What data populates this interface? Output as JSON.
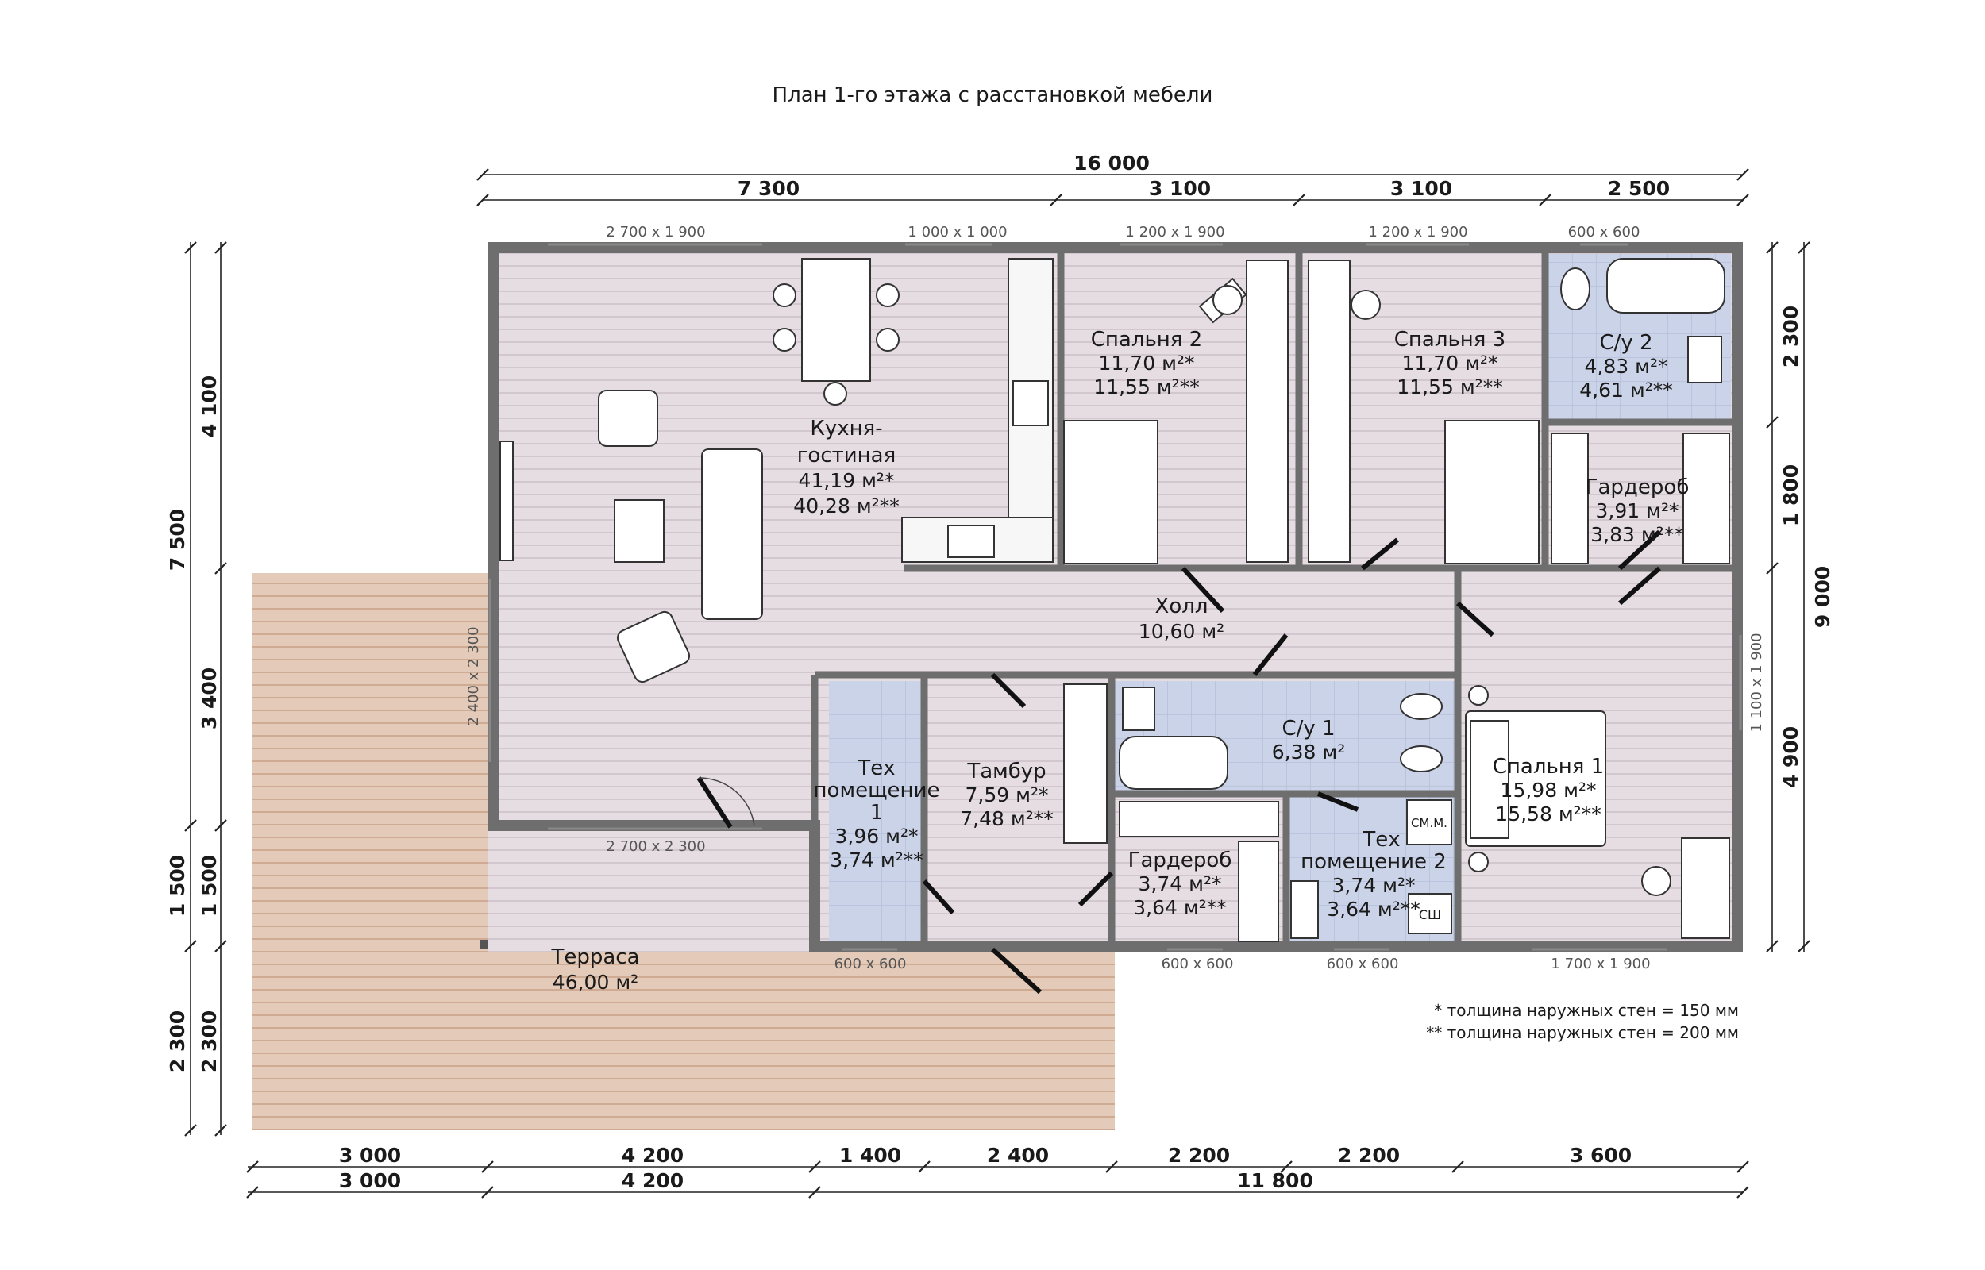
{
  "title": "План 1-го этажа с расстановкой мебели",
  "colors": {
    "floor": "#e6dde3",
    "floor_stripe": "#d3c8d0",
    "tile": "#cbd3e8",
    "tile_grid": "#b8c2dc",
    "terrace": "#e2c8b6",
    "terrace_stripe": "#cfae98",
    "wall": "#6e6e6e"
  },
  "dimensions": {
    "top_total": "16 000",
    "top_segments": [
      "7 300",
      "3 100",
      "3 100",
      "2 500"
    ],
    "bottom_row1": [
      "3 000",
      "4 200",
      "1 400",
      "2 400",
      "2 200",
      "2 200",
      "3 600"
    ],
    "bottom_row2": [
      "3 000",
      "4 200",
      "11 800"
    ],
    "left_outer": [
      "7 500",
      "1 500",
      "2 300"
    ],
    "left_inner": [
      "4 100",
      "3 400",
      "1 500",
      "2 300"
    ],
    "right_inner": [
      "2 300",
      "1 800",
      "4 900"
    ],
    "right_outer": "9 000"
  },
  "windows": {
    "top_1": "2 700 х 1 900",
    "top_2": "1 000 х 1 000",
    "top_3": "1 200 х 1 900",
    "top_4": "1 200 х 1 900",
    "top_5": "600 х 600",
    "left": "2 400 х 2 300",
    "living_bottom": "2 700 х 2 300",
    "right": "1 100 х 1 900",
    "bottom_1": "600 х 600",
    "bottom_2": "600 х 600",
    "bottom_3": "600 х 600",
    "bottom_4": "1 700 х 1 900"
  },
  "rooms": {
    "kitchen": {
      "name_1": "Кухня-",
      "name_2": "гостиная",
      "area_1": "41,19 м²*",
      "area_2": "40,28 м²**"
    },
    "bedroom2": {
      "name": "Спальня 2",
      "area_1": "11,70 м²*",
      "area_2": "11,55 м²**"
    },
    "bedroom3": {
      "name": "Спальня 3",
      "area_1": "11,70 м²*",
      "area_2": "11,55 м²**"
    },
    "bath2": {
      "name": "С/у 2",
      "area_1": "4,83 м²*",
      "area_2": "4,61 м²**"
    },
    "wardrobe_top": {
      "name": "Гардероб",
      "area_1": "3,91 м²*",
      "area_2": "3,83 м²**"
    },
    "hall": {
      "name": "Холл",
      "area": "10,60 м²"
    },
    "bath1": {
      "name": "С/у 1",
      "area": "6,38 м²"
    },
    "tech1": {
      "name_1": "Тех",
      "name_2": "помещение",
      "name_3": "1",
      "area_1": "3,96 м²*",
      "area_2": "3,74 м²**"
    },
    "vestibule": {
      "name": "Тамбур",
      "area_1": "7,59 м²*",
      "area_2": "7,48 м²**"
    },
    "wardrobe_bottom": {
      "name": "Гардероб",
      "area_1": "3,74 м²*",
      "area_2": "3,64 м²**"
    },
    "tech2": {
      "name_1": "Тех",
      "name_2": "помещение 2",
      "area_1": "3,74 м²*",
      "area_2": "3,64 м²**"
    },
    "bedroom1": {
      "name": "Спальня 1",
      "area_1": "15,98 м²*",
      "area_2": "15,58 м²**"
    },
    "terrace": {
      "name": "Терраса",
      "area": "46,00 м²"
    }
  },
  "appliances": {
    "washer": "СМ.М.",
    "dryer": "СШ"
  },
  "notes": {
    "note_1": "*  толщина наружных стен = 150 мм",
    "note_2": "**  толщина наружных стен = 200 мм"
  }
}
